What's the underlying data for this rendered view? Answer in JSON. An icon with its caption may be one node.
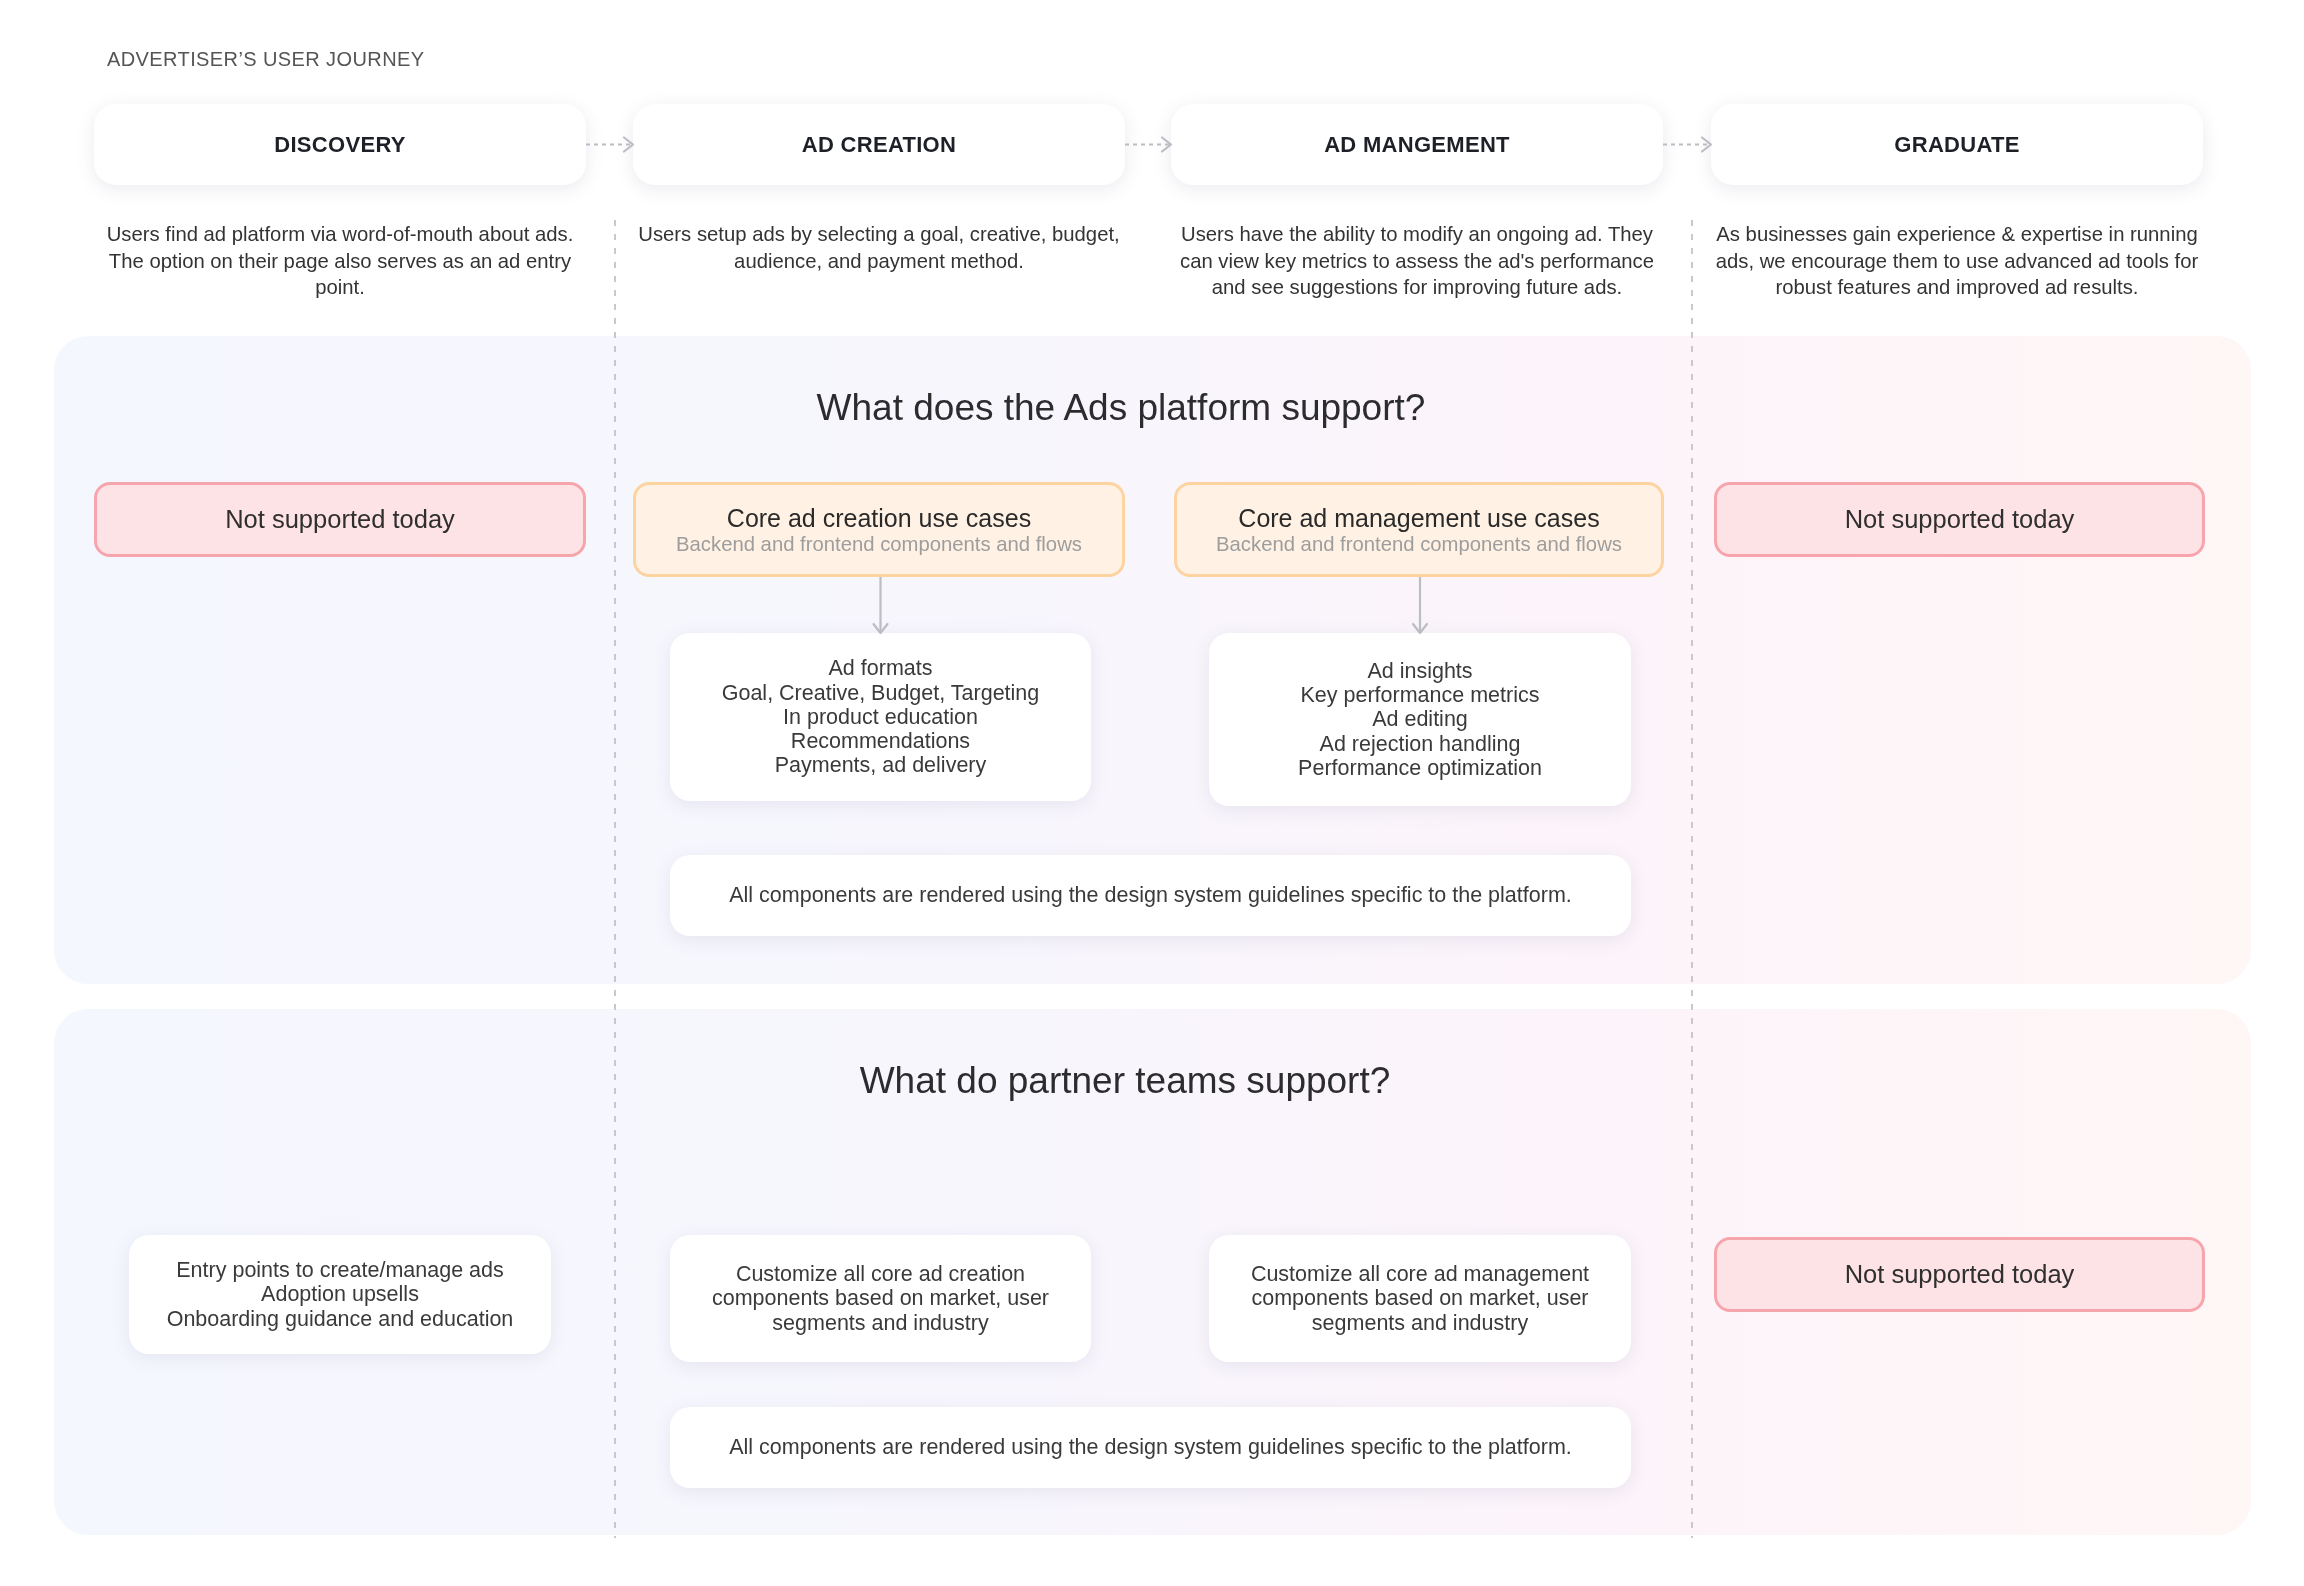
{
  "diagram": {
    "title": "ADVERTISER’S USER JOURNEY",
    "nodes": [
      {
        "text": [
          "DISCOVERY"
        ],
        "beside": [
          "Users find ad platform via word-of-mouth about ads. The option on their page also serves as an ad entry point."
        ]
      },
      {
        "text": [
          "AD CREATION"
        ],
        "beside": [
          "Users setup ads by selecting a goal, creative, budget, audience, and payment method."
        ]
      },
      {
        "text": [
          "AD MANGEMENT"
        ],
        "beside": [
          "Users have the ability to modify an ongoing ad. They can view key metrics to assess the ad's performance and see suggestions for improving future ads."
        ]
      },
      {
        "text": [
          "GRADUATE"
        ],
        "beside": [
          "As businesses gain experience & expertise in running ads, we encourage them to use advanced ad tools for robust features and improved ad results."
        ]
      },
      {
        "text": [
          "What does the Ads platform support?"
        ]
      },
      {
        "text": [
          "Not supported today"
        ],
        "in": 4
      },
      {
        "text": [
          "Core ad creation use cases",
          "Backend and frontend components and flows"
        ],
        "in": 4
      },
      {
        "text": [
          "Core ad management use cases",
          "Backend and frontend components and flows"
        ],
        "in": 4
      },
      {
        "text": [
          "Not supported today"
        ],
        "in": 4
      },
      {
        "text": [
          "Ad formats",
          "Goal, Creative, Budget, Targeting",
          "In product education",
          "Recommendations",
          "Payments, ad delivery"
        ],
        "in": 4
      },
      {
        "text": [
          "Ad insights",
          "Key performance metrics",
          "Ad editing",
          "Ad rejection handling",
          "Performance optimization"
        ],
        "in": 4
      },
      {
        "text": [
          "All components are rendered using the design system guidelines specific to the platform."
        ],
        "in": 4
      },
      {
        "text": [
          "What do partner teams support?"
        ]
      },
      {
        "text": [
          "Entry points to create/manage ads",
          "Adoption upsells",
          "Onboarding guidance and education"
        ],
        "in": 12
      },
      {
        "text": [
          "Customize all core ad creation components based on market, user segments and industry"
        ],
        "in": 12
      },
      {
        "text": [
          "Customize all core ad management components based on market, user segments and industry"
        ],
        "in": 12
      },
      {
        "text": [
          "Not supported today"
        ],
        "in": 12
      },
      {
        "text": [
          "All components are rendered using the design system guidelines specific to the platform."
        ],
        "in": 12
      }
    ],
    "edges": [
      {
        "from": 0,
        "to": 1,
        "arrow": "to",
        "style": "dashed"
      },
      {
        "from": 1,
        "to": 2,
        "arrow": "to",
        "style": "dashed"
      },
      {
        "from": 2,
        "to": 3,
        "arrow": "to",
        "style": "dashed"
      },
      {
        "from": 6,
        "to": 9,
        "arrow": "to"
      },
      {
        "from": 7,
        "to": 10,
        "arrow": "to"
      }
    ]
  }
}
